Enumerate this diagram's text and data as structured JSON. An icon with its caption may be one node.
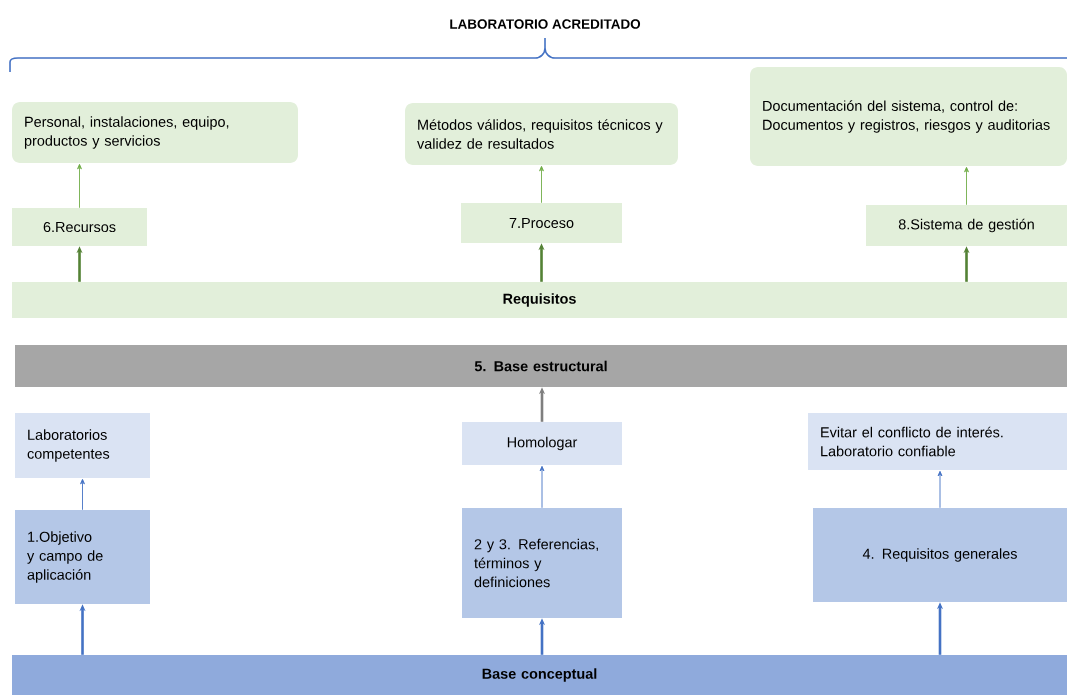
{
  "diagram": {
    "title": "LABORATORIO ACREDITADO",
    "nodes": [
      {
        "text": [
          "Personal, instalaciones, equipo, productos y servicios"
        ]
      },
      {
        "text": [
          "Métodos válidos, requisitos técnicos y validez de resultados"
        ]
      },
      {
        "text": [
          "Documentación del sistema, control de: Documentos y registros, riesgos y auditorias"
        ]
      },
      {
        "text": [
          "6.Recursos"
        ]
      },
      {
        "text": [
          "7.Proceso"
        ]
      },
      {
        "text": [
          "8.Sistema de gestión"
        ]
      },
      {
        "text": [
          "Requisitos"
        ]
      },
      {
        "text": [
          "5. Base estructural"
        ]
      },
      {
        "text": [
          "Laboratorios competentes"
        ]
      },
      {
        "text": [
          "Homologar"
        ]
      },
      {
        "text": [
          "Evitar el conflicto de interés. Laboratorio confiable"
        ]
      },
      {
        "text": [
          "1.Objetivo y campo de aplicación"
        ]
      },
      {
        "text": [
          "2 y 3. Referencias, términos y definiciones"
        ]
      },
      {
        "text": [
          "4. Requisitos generales"
        ]
      },
      {
        "text": [
          "Base conceptual"
        ]
      }
    ],
    "edges": [
      {
        "from": 6,
        "to": 3,
        "arrow": "to",
        "color": "#548235"
      },
      {
        "from": 6,
        "to": 4,
        "arrow": "to",
        "color": "#548235"
      },
      {
        "from": 6,
        "to": 5,
        "arrow": "to",
        "color": "#548235"
      },
      {
        "from": 3,
        "to": 0,
        "arrow": "to",
        "color": "#70ad47"
      },
      {
        "from": 4,
        "to": 1,
        "arrow": "to",
        "color": "#70ad47"
      },
      {
        "from": 5,
        "to": 2,
        "arrow": "to",
        "color": "#70ad47"
      },
      {
        "from": 9,
        "to": 7,
        "arrow": "to",
        "color": "#7f7f7f"
      },
      {
        "from": 11,
        "to": 8,
        "arrow": "to",
        "color": "#4472c4"
      },
      {
        "from": 12,
        "to": 9,
        "arrow": "to",
        "color": "#4472c4"
      },
      {
        "from": 13,
        "to": 10,
        "arrow": "to",
        "color": "#4472c4"
      },
      {
        "from": 14,
        "to": 11,
        "arrow": "to",
        "color": "#4472c4"
      },
      {
        "from": 14,
        "to": 12,
        "arrow": "to",
        "color": "#4472c4"
      },
      {
        "from": 14,
        "to": 13,
        "arrow": "to",
        "color": "#4472c4"
      }
    ]
  }
}
